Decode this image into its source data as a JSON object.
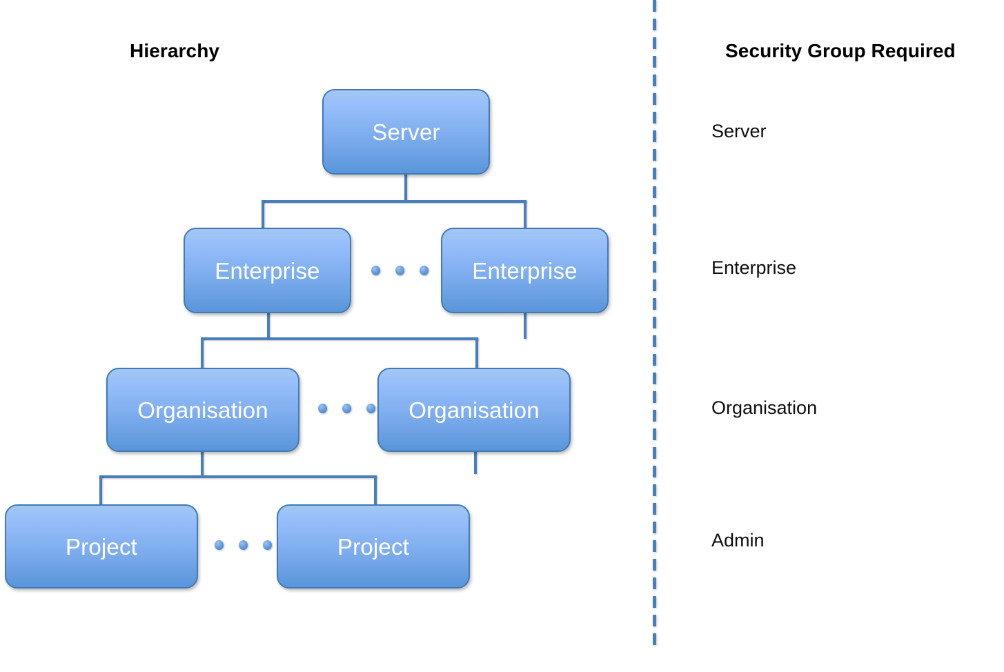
{
  "headings": {
    "left": "Hierarchy",
    "right": "Security Group Required"
  },
  "hierarchy": {
    "levels": [
      {
        "level": 1,
        "node_label": "Server",
        "security_group": "Server",
        "nodes": [
          "Server"
        ],
        "has_ellipsis": false
      },
      {
        "level": 2,
        "node_label": "Enterprise",
        "security_group": "Enterprise",
        "nodes": [
          "Enterprise",
          "Enterprise"
        ],
        "has_ellipsis": true
      },
      {
        "level": 3,
        "node_label": "Organisation",
        "security_group": "Organisation",
        "nodes": [
          "Organisation",
          "Organisation"
        ],
        "has_ellipsis": true
      },
      {
        "level": 4,
        "node_label": "Project",
        "security_group": "Admin",
        "nodes": [
          "Project",
          "Project"
        ],
        "has_ellipsis": true
      }
    ]
  },
  "nodes": {
    "server": "Server",
    "enterprise_left": "Enterprise",
    "enterprise_right": "Enterprise",
    "organisation_left": "Organisation",
    "organisation_right": "Organisation",
    "project_left": "Project",
    "project_right": "Project"
  },
  "security_groups": {
    "server": "Server",
    "enterprise": "Enterprise",
    "organisation": "Organisation",
    "admin": "Admin"
  },
  "colors": {
    "node_fill_top": "#a3c7f2",
    "node_fill_bottom": "#5a95da",
    "node_border": "#417ab4",
    "connector": "#4a7ebb",
    "divider": "#4a7ebb",
    "node_text": "#ffffff",
    "heading_text": "#000000",
    "label_text": "#0d0d0d",
    "background": "#ffffff"
  }
}
